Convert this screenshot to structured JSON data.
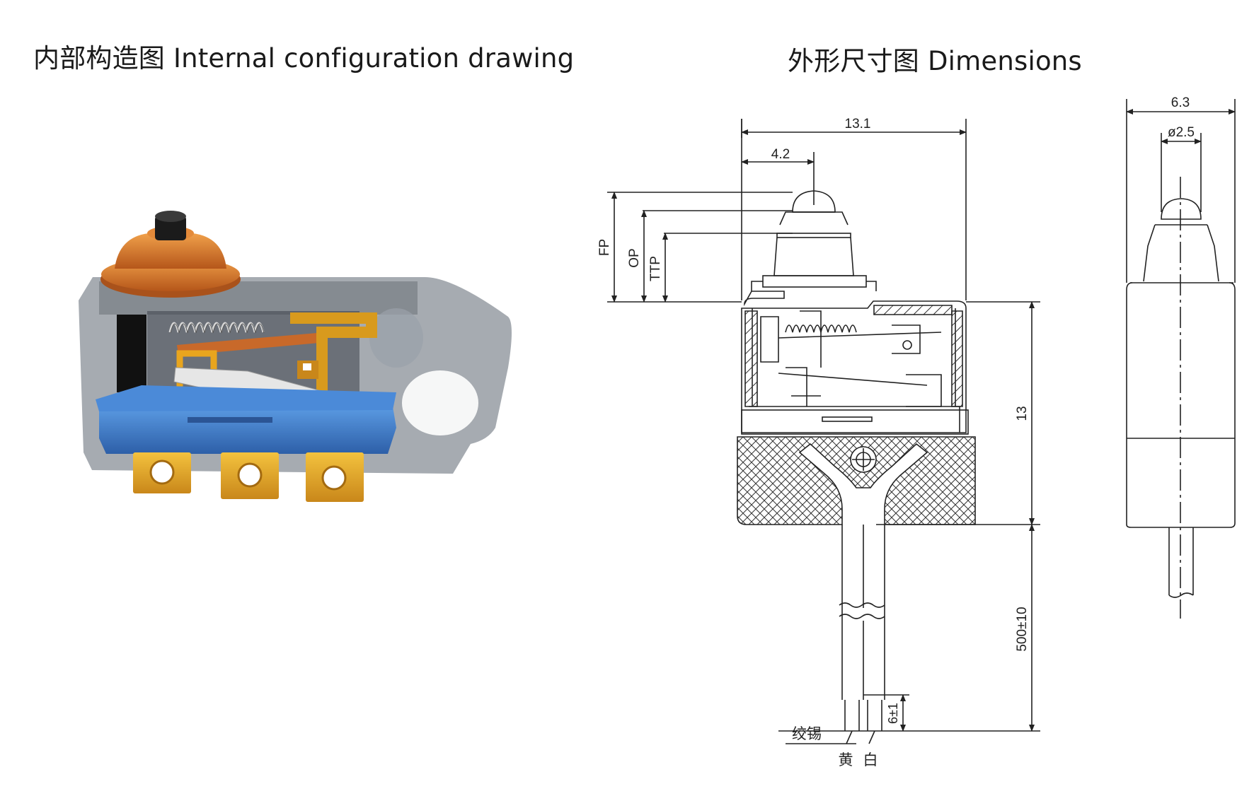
{
  "titles": {
    "internal": "内部构造图 Internal configuration drawing",
    "dimensions": "外形尺寸图 Dimensions"
  },
  "dims": {
    "overall_width": "13.1",
    "actuator_offset": "4.2",
    "free_position": "FP",
    "operating_position": "OP",
    "total_travel_position": "TTP",
    "body_height": "13",
    "lead_length": "500±10",
    "strip_length": "6±1",
    "side_width": "6.3",
    "plunger_diameter": "ø2.5"
  },
  "labels": {
    "tinned": "绞锡",
    "yellow": "黄",
    "white": "白"
  },
  "colors": {
    "housing": "#7f8791",
    "actuator": "#d9761f",
    "base": "#3f7fd0",
    "terminal": "#e2a81f",
    "contact": "#c8692a"
  }
}
